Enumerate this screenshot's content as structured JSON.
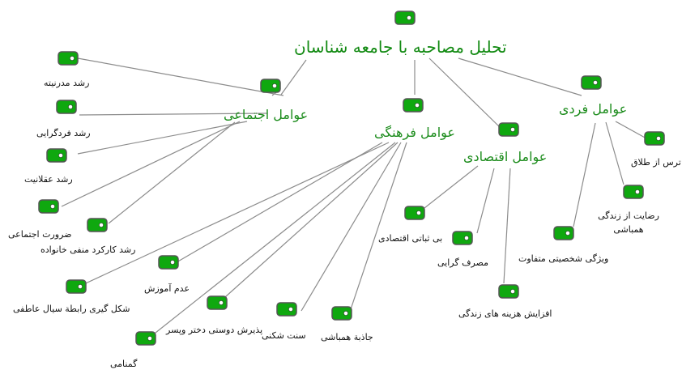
{
  "root": {
    "label": "تحلیل مصاحبه با جامعه شناسان"
  },
  "categories": {
    "fardi": {
      "label": "عوامل فردی",
      "items": [
        {
          "label": "ترس از طلاق"
        },
        {
          "label": "رضایت از زندگی همباشی"
        },
        {
          "label": "ویژگی شخصیتی متفاوت"
        }
      ]
    },
    "eqtesadi": {
      "label": "عوامل اقتصادی",
      "items": [
        {
          "label": "بی ثباتی اقتصادی"
        },
        {
          "label": "مصرف گرایی"
        },
        {
          "label": "افزایش هزینه های زندگی"
        }
      ]
    },
    "farhangi": {
      "label": "عوامل فرهنگی",
      "items": [
        {
          "label": "عدم آموزش"
        },
        {
          "label": "شکل گیری رابطة سیال عاطفی"
        },
        {
          "label": "گمنامی"
        },
        {
          "label": "پذیرش دوستی دختر وپسر"
        },
        {
          "label": "سنت شکنی"
        },
        {
          "label": "جاذبة همباشی"
        }
      ]
    },
    "ejtemai": {
      "label": "عوامل اجتماعی",
      "items": [
        {
          "label": "رشد مدرنیته"
        },
        {
          "label": "رشد فردگرایی"
        },
        {
          "label": "رشد عقلانیت"
        },
        {
          "label": "ضرورت اجتماعی"
        },
        {
          "label": "رشد کارکرد منفی خانواده"
        }
      ]
    }
  },
  "colors": {
    "connector": "#8c8c8c",
    "icon_fill": "#0fa80f",
    "icon_border": "#555555",
    "icon_dot": "#ffffff",
    "title_text": "#128a12",
    "category_text": "#1c8c1c",
    "leaf_text": "#111111"
  },
  "icon": {
    "name": "tag-icon"
  }
}
